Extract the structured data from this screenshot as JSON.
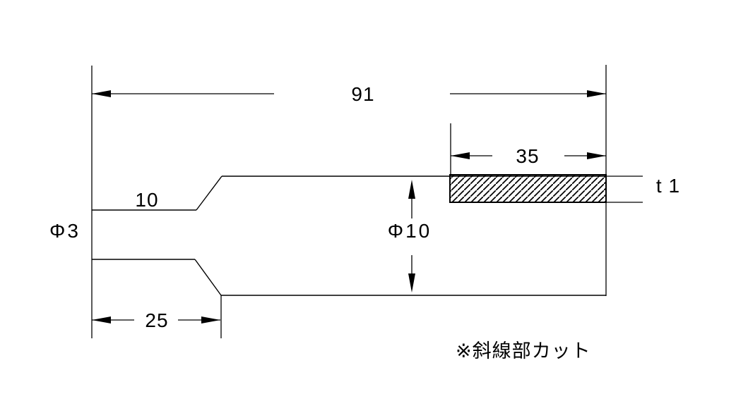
{
  "drawing": {
    "kind": "technical-dimension-drawing",
    "labels": {
      "overall_length": "91",
      "cut_region_length": "35",
      "shank_section_length": "10",
      "step_length": "25",
      "tip_diameter": "Φ3",
      "body_diameter": "Φ10",
      "cut_thickness": "t 1"
    },
    "note": "※斜線部カット",
    "colors": {
      "line": "#000000",
      "background": "#ffffff",
      "hatch_fill": "#000000"
    }
  }
}
